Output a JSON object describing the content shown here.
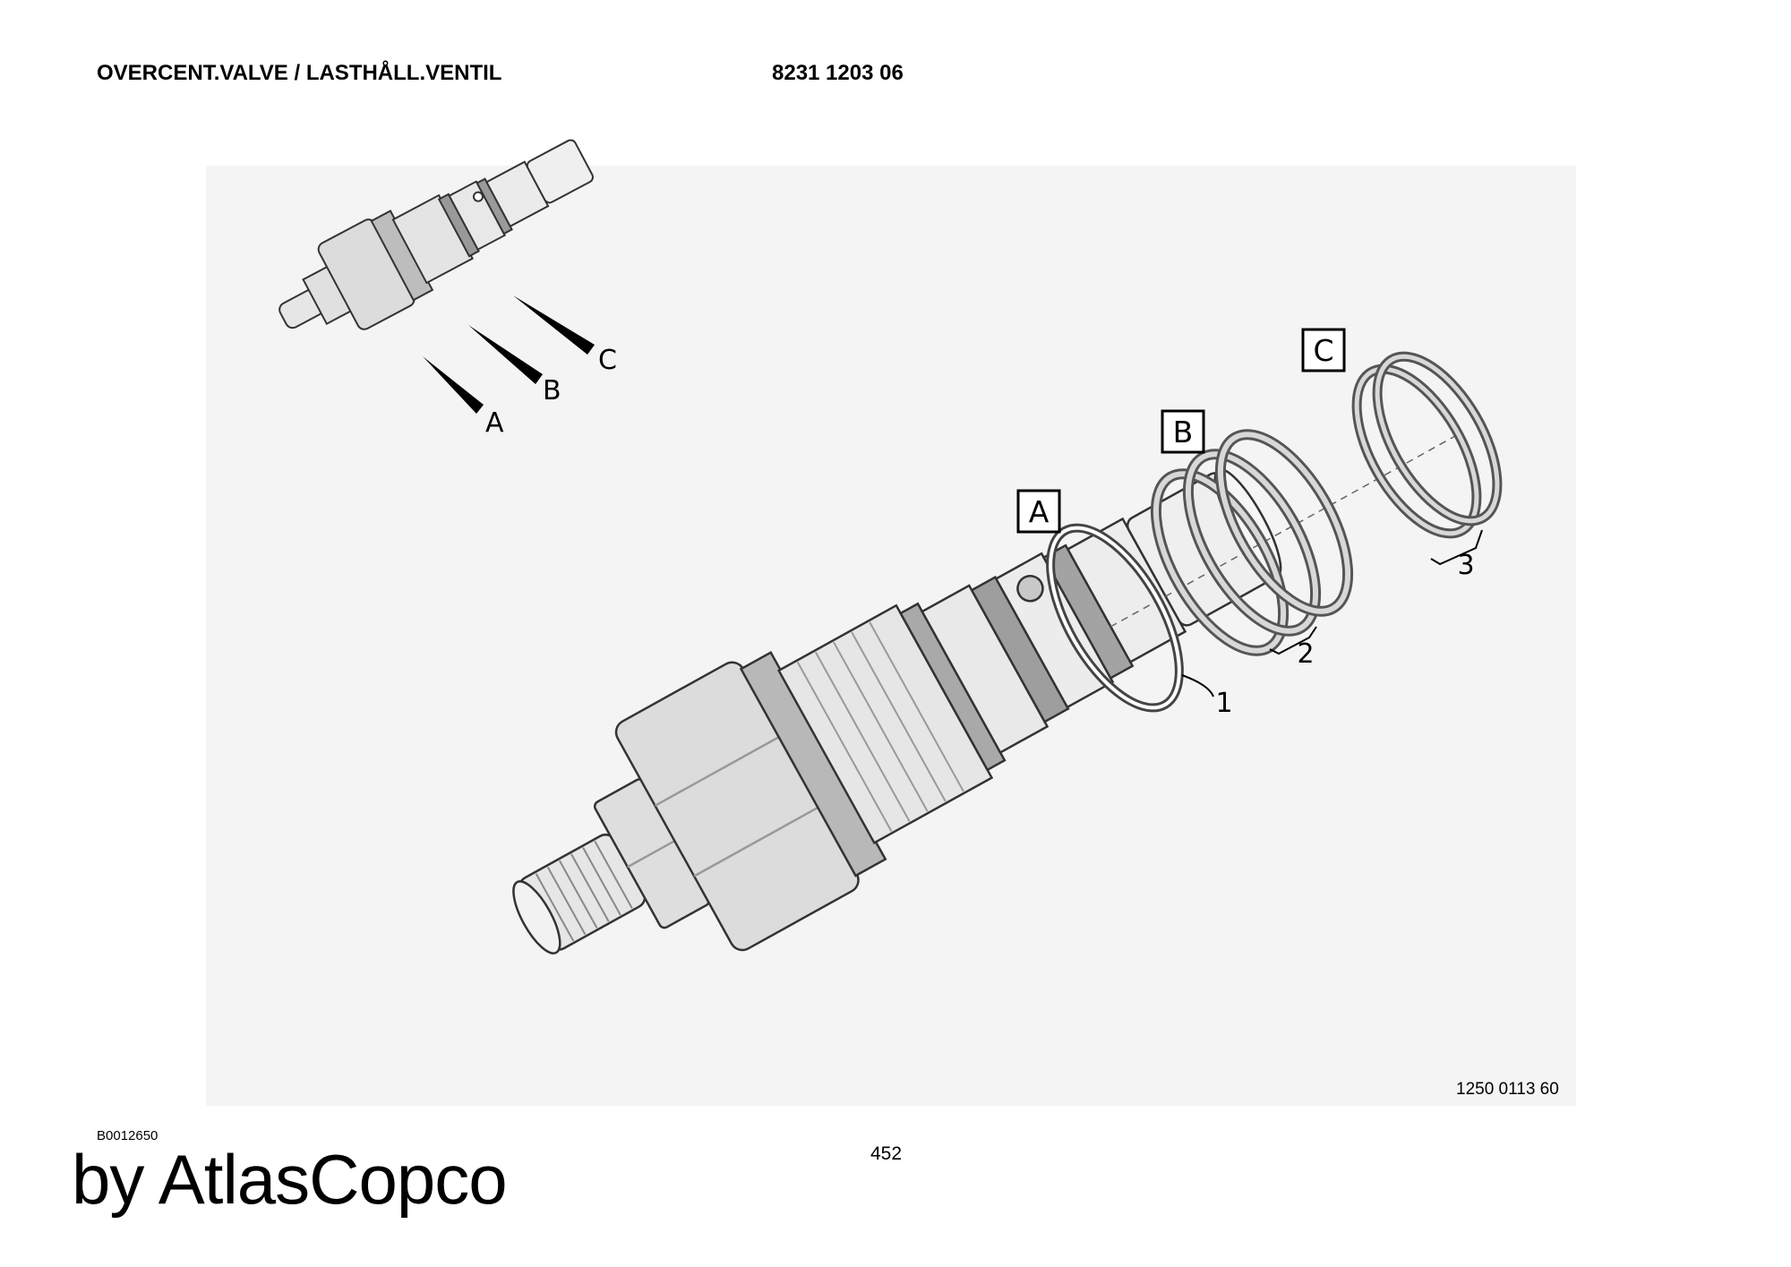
{
  "header": {
    "title": "OVERCENT.VALVE / LASTHÅLL.VENTIL",
    "part_number": "8231 1203 06"
  },
  "figure": {
    "overview_callouts": [
      "A",
      "B",
      "C"
    ],
    "detail_boxes": [
      "A",
      "B",
      "C"
    ],
    "item_numbers": [
      "1",
      "2",
      "3"
    ],
    "reference": "1250 0113 60"
  },
  "footer": {
    "image_id": "B0012650",
    "page_number": "452",
    "brand": "by AtlasCopco"
  }
}
